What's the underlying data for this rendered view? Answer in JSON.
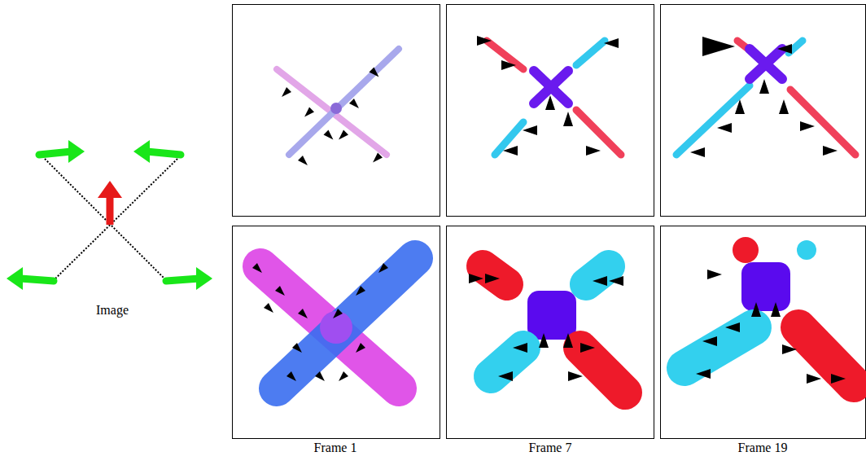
{
  "diagram": {
    "labels": [
      "Image",
      "Frame 1",
      "Frame 7",
      "Frame 19"
    ]
  }
}
